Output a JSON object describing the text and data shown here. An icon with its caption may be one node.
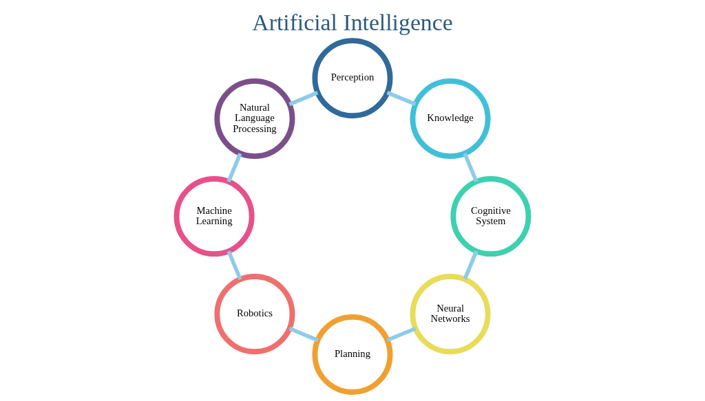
{
  "diagram": {
    "title": "Artificial Intelligence",
    "nodes": [
      {
        "text": [
          "Neural Networks"
        ]
      },
      {
        "text": [
          "Planning"
        ]
      },
      {
        "text": [
          "Robotics"
        ]
      },
      {
        "text": [
          "Machine Learning"
        ]
      },
      {
        "text": [
          "Natural Language Processing"
        ]
      },
      {
        "text": [
          "Perception"
        ]
      },
      {
        "text": [
          "Knowledge"
        ]
      },
      {
        "text": [
          "Cognitive System"
        ]
      }
    ],
    "edges": [
      {
        "from": 0,
        "to": 1,
        "arrow": "none"
      },
      {
        "from": 1,
        "to": 2,
        "arrow": "none"
      },
      {
        "from": 2,
        "to": 3,
        "arrow": "none"
      },
      {
        "from": 3,
        "to": 4,
        "arrow": "none"
      },
      {
        "from": 4,
        "to": 5,
        "arrow": "none"
      },
      {
        "from": 5,
        "to": 6,
        "arrow": "none"
      },
      {
        "from": 6,
        "to": 7,
        "arrow": "none"
      },
      {
        "from": 7,
        "to": 0,
        "arrow": "none"
      }
    ]
  }
}
